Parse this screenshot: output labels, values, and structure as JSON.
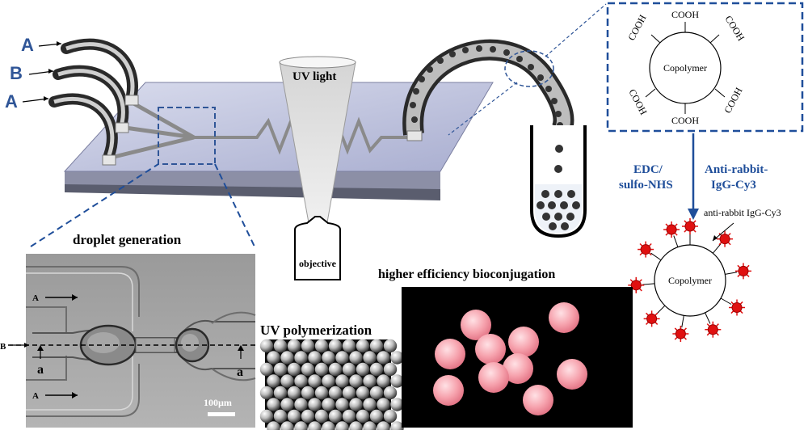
{
  "inlets": {
    "a_top": "A",
    "b": "B",
    "a_bottom": "A"
  },
  "uv_light": "UV light",
  "objective": "objective",
  "copolymer_top": "Copolymer",
  "copolymer_bottom": "Copolymer",
  "cooh": "COOH",
  "edc": [
    "EDC/",
    "sulfo-NHS"
  ],
  "antibody": [
    "Anti-rabbit-",
    "IgG-Cy3"
  ],
  "antibody_annotation": "anti-rabbit IgG-Cy3",
  "droplet_generation": "droplet generation",
  "uv_polymerization": "UV polymerization",
  "bioconjugation": "higher efficiency bioconjugation",
  "micrograph_labels": {
    "A": "A",
    "B": "B",
    "a": "a",
    "scale": "100µm"
  },
  "colors": {
    "accent_blue": "#1f4e9a",
    "dye_red": "#e01010",
    "bead_pink": "#f08a96"
  }
}
